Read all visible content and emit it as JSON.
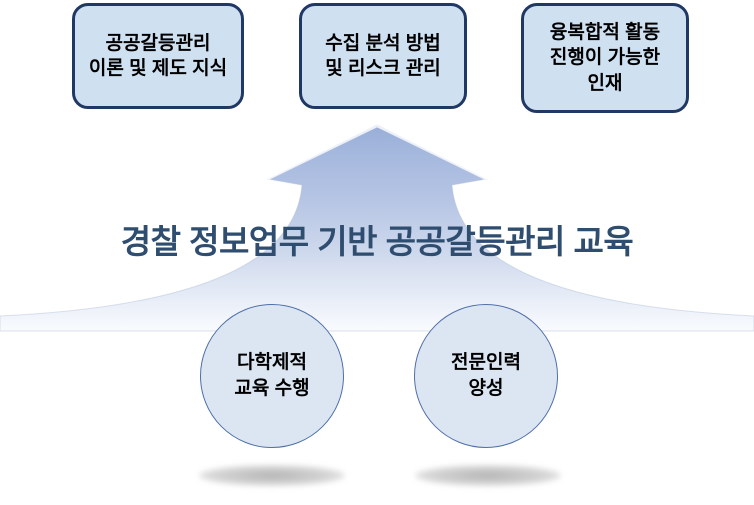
{
  "diagram": {
    "title": "경찰 정보업무 기반 공공갈등관리 교육",
    "top_boxes": [
      {
        "label": "공공갈등관리\n이론 및 제도 지식"
      },
      {
        "label": "수집 분석 방법\n및 리스크 관리"
      },
      {
        "label": "융복합적 활동\n진행이 가능한\n인재"
      }
    ],
    "bottom_circles": [
      {
        "label": "다학제적\n교육 수행"
      },
      {
        "label": "전문인력\n양성"
      }
    ],
    "icons": {
      "up_arrow": "upward flaring arrow"
    },
    "colors": {
      "box_fill": "#cfe0f1",
      "box_border": "#1f3864",
      "circle_fill": "#dce6f3",
      "circle_border": "#4f6fa8",
      "title_text": "#2e4d6f",
      "arrow_gradient_top": "#98aed8",
      "arrow_gradient_bottom": "#f8fafd"
    }
  }
}
